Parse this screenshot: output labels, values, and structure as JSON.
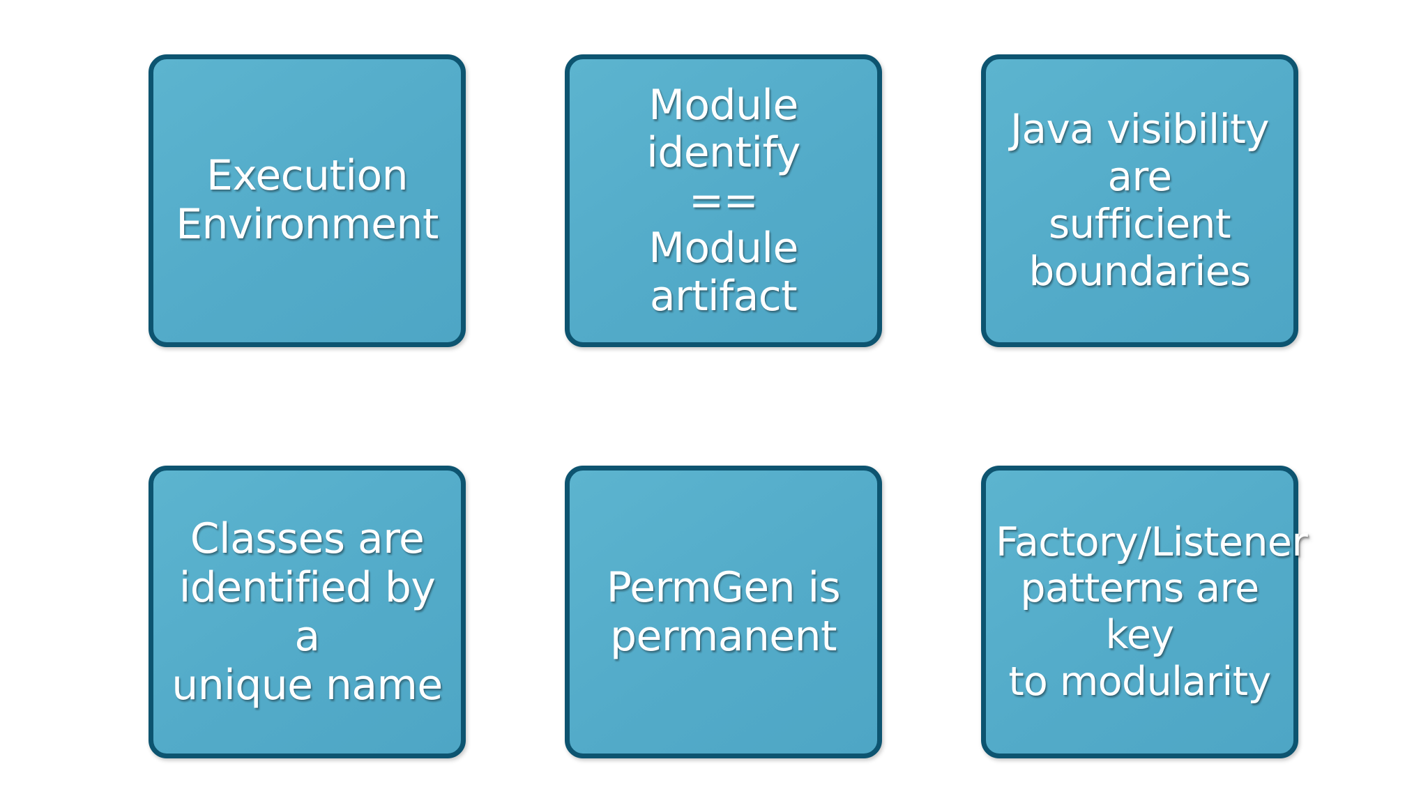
{
  "slide": {
    "background_color": "#ffffff",
    "layout": "2-row by 3-column grid of rounded rectangle cards"
  },
  "theme": {
    "card_fill": "#55afcc",
    "card_border": "#0d5470",
    "card_text_color": "#ffffff",
    "page_background": "#ffffff"
  },
  "cards": [
    {
      "id": "execution-environment",
      "text": "Execution\nEnvironment",
      "row": 1,
      "column": 1
    },
    {
      "id": "module-identify-equals-module-artifact",
      "text": "Module identify\n==\nModule artifact",
      "row": 1,
      "column": 2
    },
    {
      "id": "java-visibility-boundaries",
      "text": "Java visibility are\nsufficient\nboundaries",
      "row": 1,
      "column": 3
    },
    {
      "id": "classes-unique-name",
      "text": "Classes are\nidentified by a\nunique name",
      "row": 2,
      "column": 1
    },
    {
      "id": "permgen-is-permanent",
      "text": "PermGen is\npermanent",
      "row": 2,
      "column": 2
    },
    {
      "id": "factory-listener-modularity",
      "text": "Factory/Listener\npatterns are key\nto modularity",
      "row": 2,
      "column": 3
    }
  ]
}
